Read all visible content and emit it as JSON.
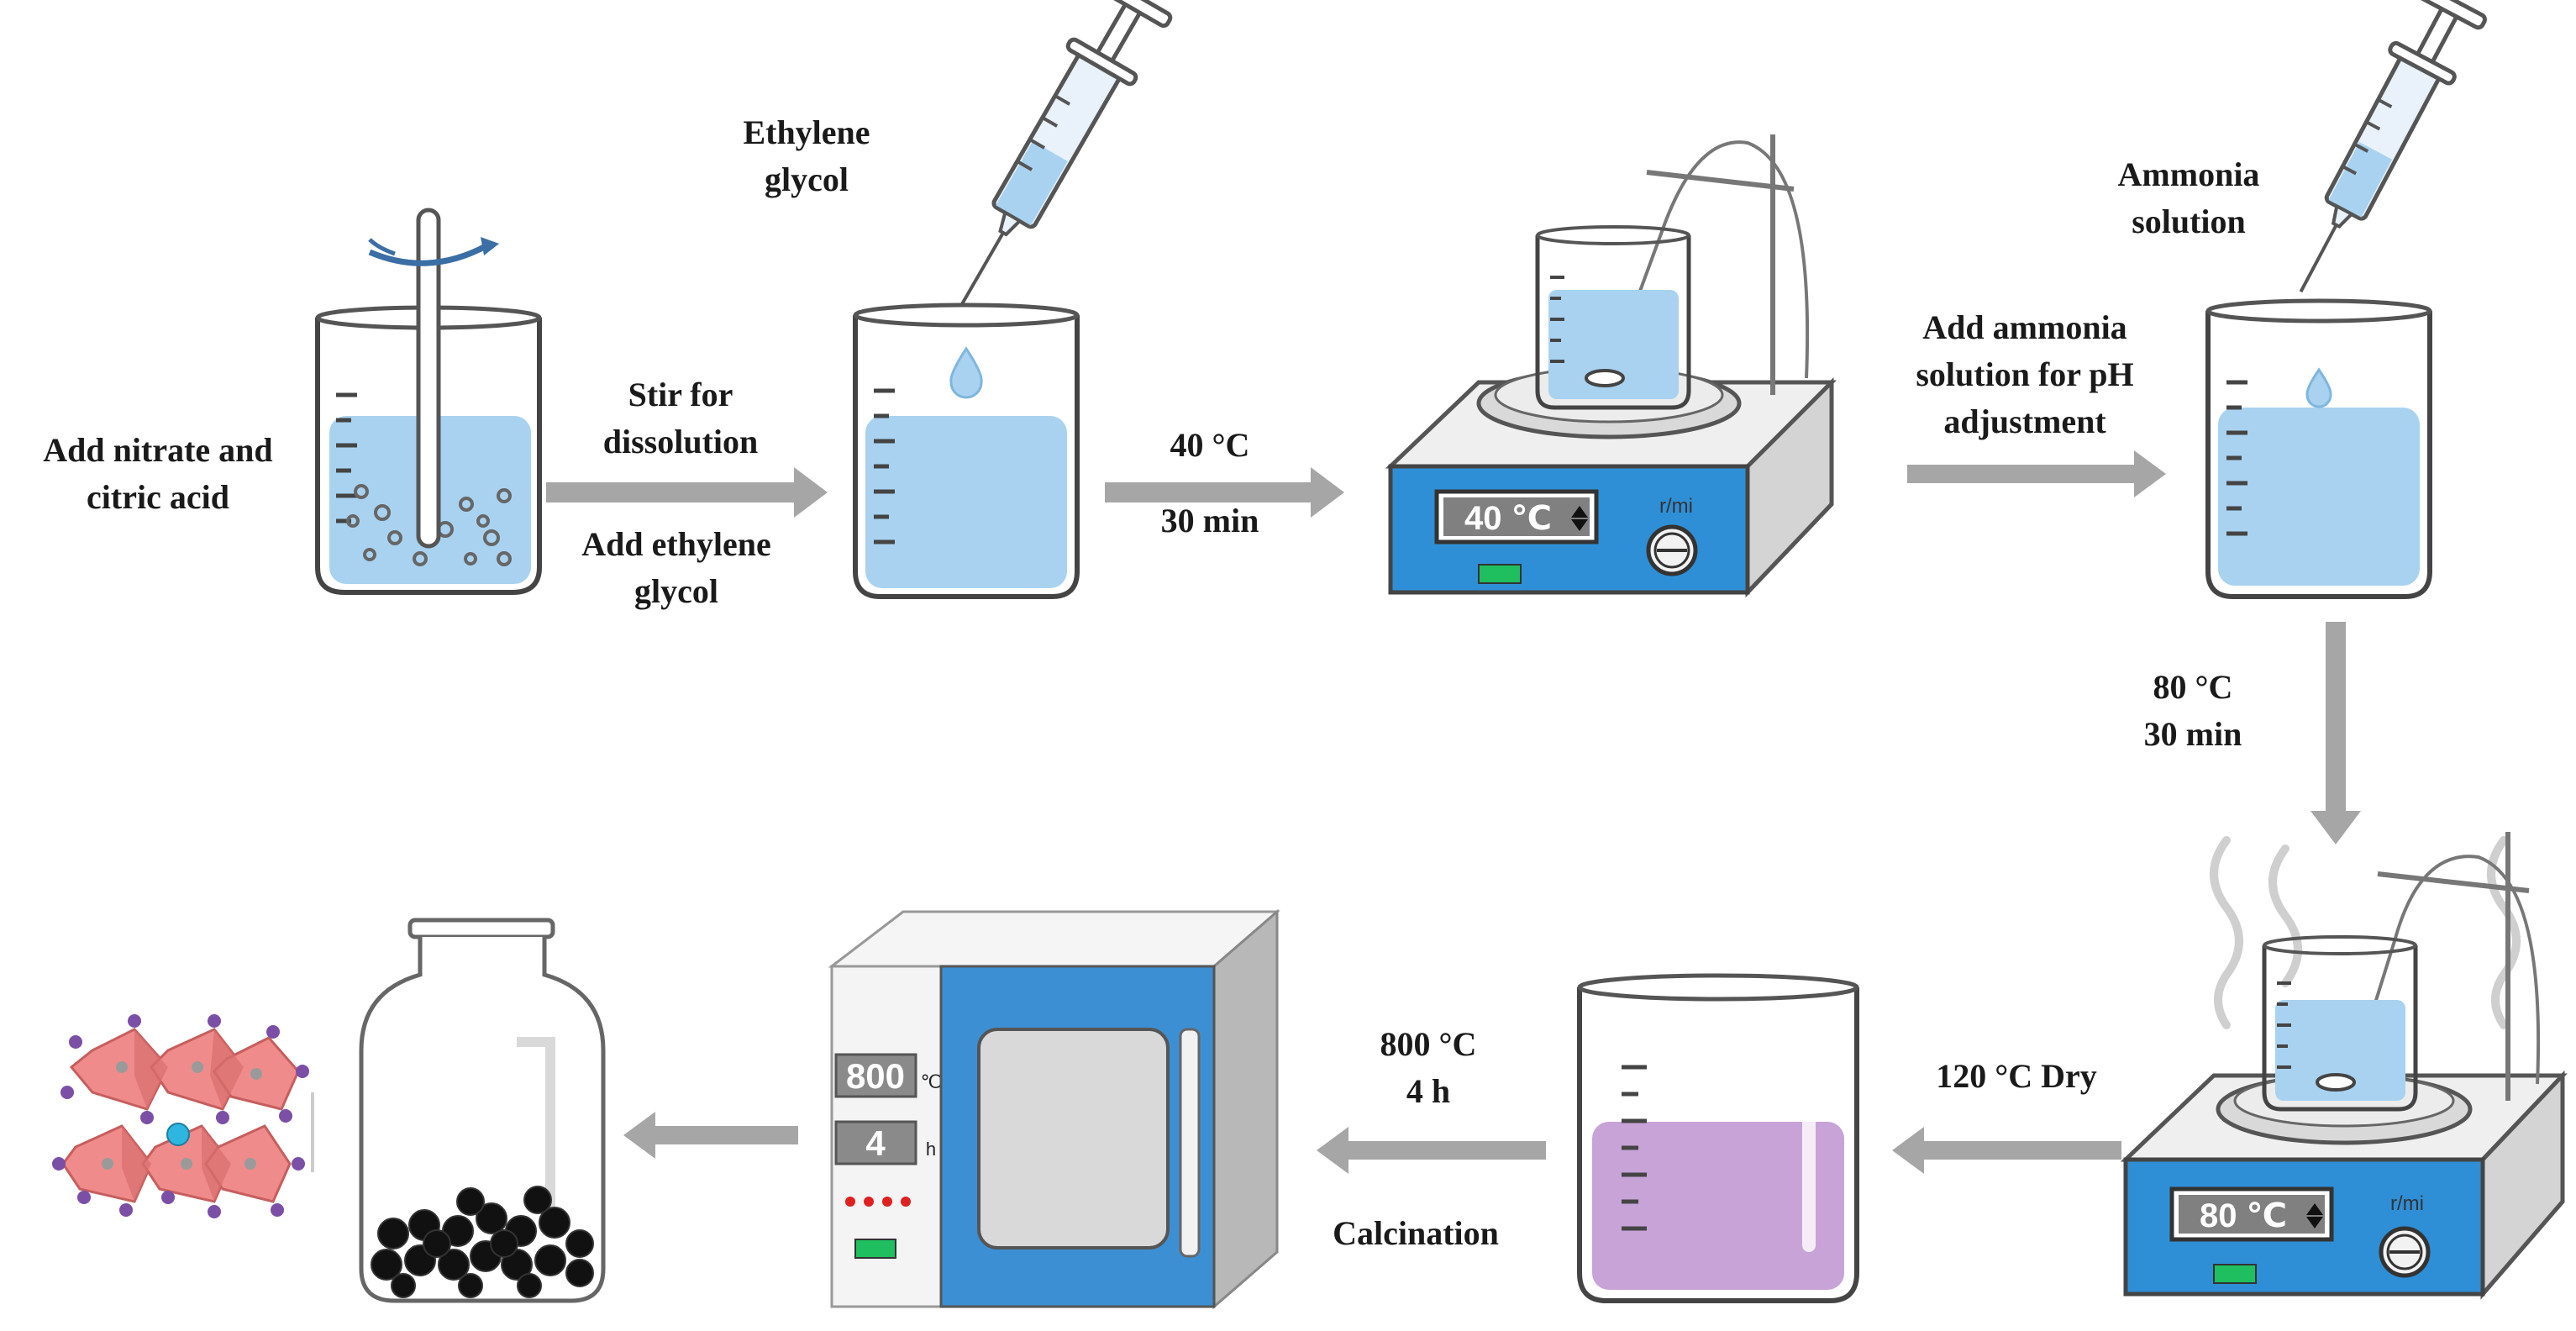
{
  "steps": {
    "s1": {
      "line1": "Add  nitrate and",
      "line2": "citric acid"
    },
    "s2_top": {
      "line1": "Stir for",
      "line2": "dissolution"
    },
    "s2_bottom": {
      "line1": "Add  ethylene",
      "line2": "glycol"
    },
    "syringe1": {
      "line1": "Ethylene",
      "line2": "glycol"
    },
    "s3": {
      "line1": "40 °C",
      "line2": "30 min"
    },
    "s4": {
      "line1": "Add  ammonia",
      "line2": "solution for pH",
      "line3": "adjustment"
    },
    "syringe2": {
      "line1": "Ammonia",
      "line2": "solution"
    },
    "s5": {
      "line1": "80 °C",
      "line2": "30 min"
    },
    "s6": {
      "line1": "120 °C Dry"
    },
    "s7": {
      "line1": "800 °C",
      "line2": "4 h",
      "line3": "Calcination"
    }
  },
  "devices": {
    "stirrer1": {
      "display": "40 ℃",
      "dial": "r/mi"
    },
    "stirrer2": {
      "display": "80 ℃",
      "dial": "r/mi"
    },
    "furnace": {
      "temp": "800",
      "temp_unit": "℃",
      "time": "4",
      "time_unit": "h"
    }
  },
  "colors": {
    "liquid_blue": "#a9d2f0",
    "liquid_purple": "#c7a3d8",
    "arrow": "#a6a6a6",
    "stirrer_panel": "#2f8fd6",
    "furnace_door": "#3d8fd3",
    "octahedron": "#f08b8b",
    "oxygen": "#7b4fa6",
    "a_site": "#2fb6e0"
  }
}
